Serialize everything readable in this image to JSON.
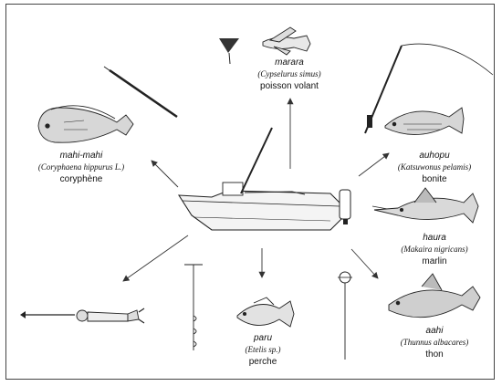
{
  "center": {
    "icon": "motor-boat-icon"
  },
  "catches": [
    {
      "id": "marara",
      "tahitian": "marara",
      "scientific": "(Cypselurus simus)",
      "french": "poisson volant",
      "fish_icon": "flying-fish-icon",
      "method_icon": "scoop-net-icon"
    },
    {
      "id": "mahi",
      "tahitian": "mahi-mahi",
      "scientific": "(Coryphaena hippurus L.)",
      "french": "coryphène",
      "fish_icon": "dolphinfish-icon",
      "method_icon": "trolling-pole-icon"
    },
    {
      "id": "auhopu",
      "tahitian": "auhopu",
      "scientific": "(Katsuwonus pelamis)",
      "french": "bonite",
      "fish_icon": "skipjack-tuna-icon",
      "method_icon": "fishing-rod-icon"
    },
    {
      "id": "haura",
      "tahitian": "haura",
      "scientific": "(Makaira nigricans)",
      "french": "marlin",
      "fish_icon": "marlin-icon",
      "method_icon": "trolling-line-icon"
    },
    {
      "id": "paru",
      "tahitian": "paru",
      "scientific": "(Etelis sp.)",
      "french": "perche",
      "fish_icon": "snapper-icon",
      "method_icon": "deep-line-icon"
    },
    {
      "id": "aahi",
      "tahitian": "aahi",
      "scientific": "(Thunnus albacares)",
      "french": "thon",
      "fish_icon": "yellowfin-tuna-icon",
      "method_icon": "float-line-icon"
    },
    {
      "id": "diver",
      "fish_icon": "spearfisher-icon",
      "method_icon": "speargun-icon"
    }
  ]
}
